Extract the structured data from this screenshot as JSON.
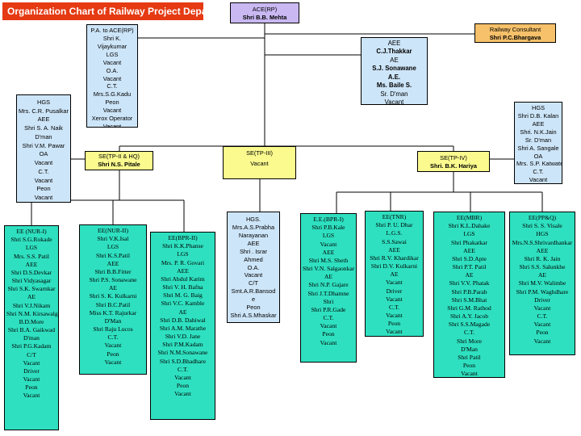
{
  "title": "Organization Chart of Railway Project Department",
  "boxes": {
    "ace_rp": [
      "ACE(RP)",
      "Shri B.B. Mehta"
    ],
    "pa_to_ace": [
      "P.A. to ACE(RP)",
      "Shri K.",
      "Vijaykumar",
      "LGS",
      "Vacant",
      "O.A.",
      "Vacant",
      "C.T.",
      "Mrs.S.G.Kadu",
      "Peon",
      "Vacant",
      "Xerox Operator",
      "Vacant"
    ],
    "consultant": [
      "Railway Consultant",
      "Shri P.C.Bhargava"
    ],
    "aee_top": [
      "AEE",
      "C.J.Thakkar",
      "AE",
      "S.J. Sonawane",
      "A.E.",
      "Ms. Baile S.",
      "Sr. D'man",
      "Vacant"
    ],
    "hgs_left": [
      "HGS",
      "Mrs. C.R. Pusalkar",
      "AEE",
      "Shri S. A. Naik",
      "D'man",
      "Shri V.M. Pawar",
      "OA",
      "Vacant",
      "C.T.",
      "Vacant",
      "Peon",
      "Vacant"
    ],
    "hgs_right": [
      "HGS",
      "Shri D.B. Kalan",
      "AEE",
      "Shri. N.K.Jain",
      "Sr. D'man",
      "Shri A. Sangale",
      "OA",
      "Mrs. S.P. Katwate",
      "C.T.",
      "Vacant"
    ],
    "se_tp2": [
      "SE(TP-II & HQ)",
      "Shri N.S. Pitale"
    ],
    "se_tp3": [
      "SE(TP-III)",
      "Vacant"
    ],
    "se_tp4": [
      "SE(TP-IV)",
      "Shri. B.K. Hariya"
    ],
    "ee_nur1": [
      "EE (NUR-I)",
      "Shri S.G.Rokade",
      "LGS",
      "Mrs. S.S. Patil",
      "AEE",
      "Shri D.S.Devkar",
      "Shri Vidyasagar",
      "Shri S.K. Swarnkar",
      "AE",
      "Shri V.J.Nikam",
      "Shri N.M. Kirsawalgi",
      "B.D.More",
      "Shri B.A. Gaikwad",
      "D'man",
      "Shri P.G.Kadam",
      "C/T",
      "Vacant",
      "Driver",
      "Vacant",
      "Peon",
      "Vacant"
    ],
    "ee_nur2": [
      "EE(NUR-II)",
      "Shri V.K.Isal",
      "LGS",
      "Shri K.S.Patil",
      "AEE",
      "Shri B.B.Fitter",
      "Shri P.S. Sonawane",
      "AE",
      "Shri S. K. Kulkarni",
      "Shri B.C.Patil",
      "Miss K.T. Rajurkar",
      "D'Man",
      "Shri Raju Lucos",
      "C.T.",
      "Vacant",
      "Peon",
      "Vacant"
    ],
    "ee_bpr2": [
      "EE(BPR-II)",
      "Shri K.K.Phanse",
      "LGS",
      "Mrs. P. R. Govari",
      "AEE",
      "Shri Abdul Karim",
      "Shri V. H. Bafna",
      "Shri M. G. Baig",
      "Shri V.C. Kamble",
      "AE",
      "Shri D.B. Dahiwal",
      "Shri A.M. Marathe",
      "Shri V.D. Jane",
      "Shri P.M.Kadam",
      "Shri N.M.Sonawane",
      "Shri S.D.Bhadhare",
      "C.T.",
      "Vacant",
      "Peon",
      "Vacant"
    ],
    "hgs_mid": [
      "HGS.",
      "Mrs.A.S.Prabha",
      "Narayanan",
      "AEE",
      "Shri . Israr",
      "Ahmed",
      "O.A.",
      "Vacant",
      "C/T",
      "Smt.A.R.Bansod",
      "e",
      "Peon",
      "Shri A.S.Mhaskar"
    ],
    "ee_bpr1": [
      "E.E.(BPR-I)",
      "Shri P.B.Kale",
      "LGS",
      "Vacant",
      "AEE",
      "Shri M.S. Sheth",
      "Shri V.N. Salgaonkar",
      "AE",
      "Shri N.P. Gajare",
      "Shri J.T.Dhamne",
      "Shri",
      "Shri P.R.Gade",
      "C.T.",
      "Vacant",
      "Peon",
      "Vacant"
    ],
    "ee_tnr": [
      "EE(TNR)",
      "Shri P. U. Dhar",
      "L.G.S.",
      "S.S.Sawai",
      "AEE",
      "Shri R.V. Khardikar",
      "Shri D.V. Kulkarni",
      "AE",
      "Vacant",
      "Driver",
      "Vacant",
      "C.T.",
      "Vacant",
      "Peon",
      "Vacant"
    ],
    "ee_mbr": [
      "EE(MBR)",
      "Shri K.L.Dahake",
      "LGS",
      "Shri Phakatkar",
      "AEE",
      "Shri S.D.Apte",
      "Shri P.T. Patil",
      "AE",
      "Shri V.V. Phatak",
      "Shri P.B.Parab",
      "Shri S.M.Bhat",
      "Shri G.M. Rathod",
      "Shri A.Y. Jacob",
      "Shri S.S.Magade",
      "C.T.",
      "Shri More",
      "D'Man",
      "Shri Patil",
      "Peon",
      "Vacant"
    ],
    "ee_ppq": [
      "EE(PP&Q)",
      "Shri S. S. Visale",
      "HGS",
      "Mrs.N.S.Shrivardhankar",
      "AEE",
      "Shri R. K. Jain",
      "Shri S.S. Salunkhe",
      "AE",
      "Shri M.V. Walimbe",
      "Shri P.M. Waghdhare",
      "Driver",
      "Vacant",
      "C.T.",
      "Vacant",
      "Peon",
      "Vacant"
    ]
  },
  "colors": {
    "banner": "#e53a12",
    "head": "#c9b8f2",
    "staff": "#cde5f8",
    "se": "#fafa8e",
    "consultant": "#f6c16a",
    "division": "#2ee0c0"
  }
}
